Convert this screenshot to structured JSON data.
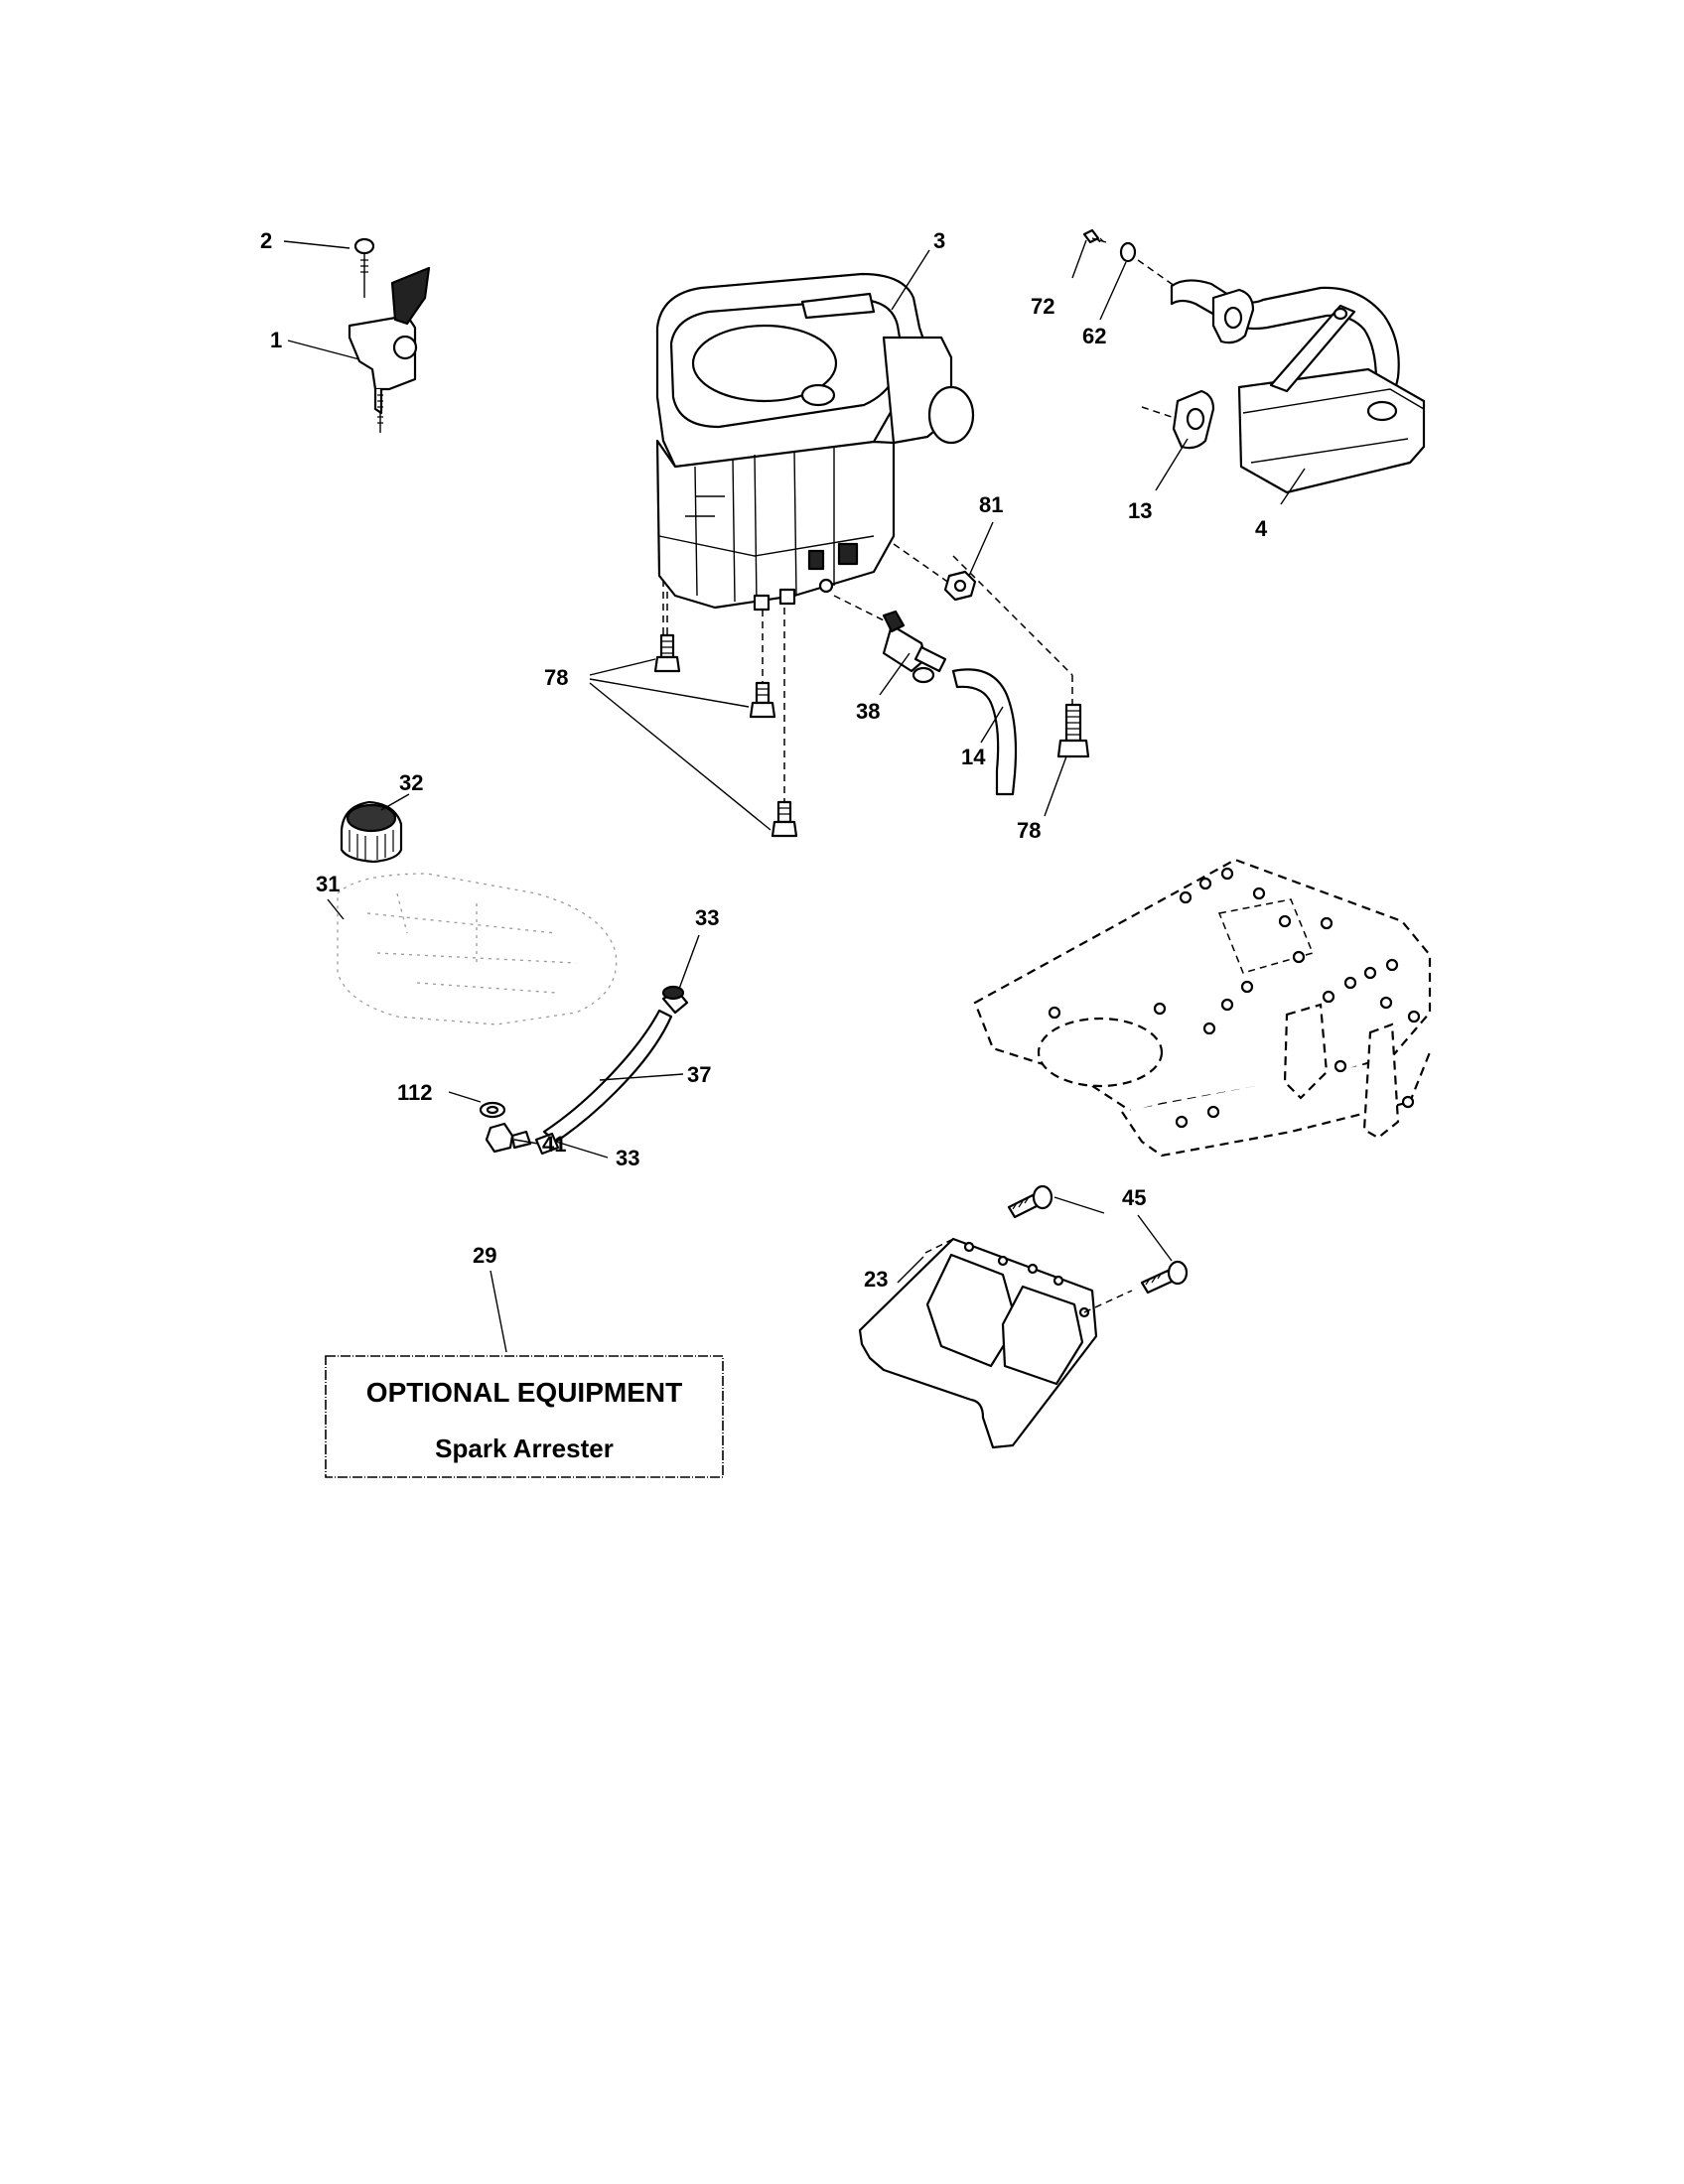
{
  "callouts": {
    "c1": "1",
    "c2": "2",
    "c3": "3",
    "c4": "4",
    "c13": "13",
    "c14": "14",
    "c23": "23",
    "c29": "29",
    "c31": "31",
    "c32": "32",
    "c33a": "33",
    "c33b": "33",
    "c37": "37",
    "c38": "38",
    "c41": "41",
    "c45": "45",
    "c62": "62",
    "c72": "72",
    "c78a": "78",
    "c78b": "78",
    "c81": "81",
    "c112": "112"
  },
  "optional_box": {
    "title": "OPTIONAL EQUIPMENT",
    "item": "Spark Arrester"
  }
}
